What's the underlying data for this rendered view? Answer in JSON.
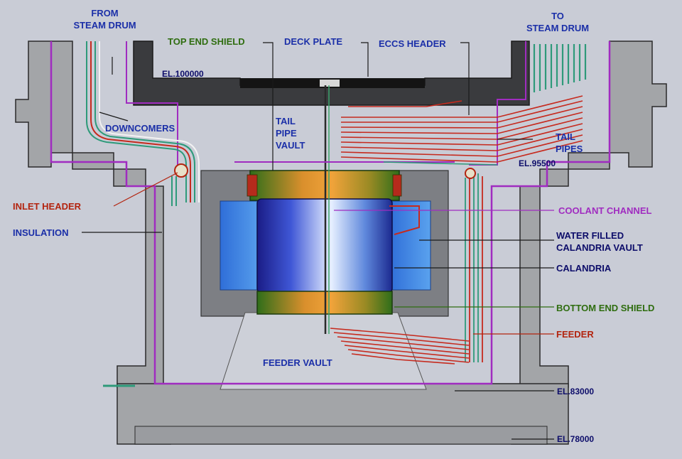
{
  "labels": {
    "from_steam_drum_1": "FROM",
    "from_steam_drum_2": "STEAM DRUM",
    "to_steam_drum_1": "TO",
    "to_steam_drum_2": "STEAM DRUM",
    "top_end_shield": "TOP END SHIELD",
    "deck_plate": "DECK PLATE",
    "eccs_header": "ECCS HEADER",
    "el_100000": "EL.100000",
    "downcomers": "DOWNCOMERS",
    "tail_pipe_vault_1": "TAIL",
    "tail_pipe_vault_2": "PIPE",
    "tail_pipe_vault_3": "VAULT",
    "tail_pipes_1": "TAIL",
    "tail_pipes_2": "PIPES",
    "el_95500": "EL.95500",
    "inlet_header": "INLET HEADER",
    "insulation": "INSULATION",
    "coolant_channel": "COOLANT CHANNEL",
    "water_filled_1": "WATER FILLED",
    "water_filled_2": "CALANDRIA VAULT",
    "calandria": "CALANDRIA",
    "bottom_end_shield": "BOTTOM END SHIELD",
    "feeder": "FEEDER",
    "feeder_vault": "FEEDER VAULT",
    "el_83000": "EL.83000",
    "el_78000": "EL.78000"
  },
  "colors": {
    "background": "#c9ccd6",
    "concrete": "#a3a5a8",
    "concrete_dark": "#3a3b3e",
    "purple_line": "#a02cc0",
    "water_blue": "#3d86e0",
    "calandria_dark": "#1d1f8c",
    "calandria_light": "#e8f0ff",
    "shield_green": "#3d7a1c",
    "shield_orange": "#e5962b",
    "red_pipe": "#c62a1e",
    "label_blue": "#1b2fa8",
    "label_red": "#b3240f",
    "label_green": "#2f6d10",
    "label_purple": "#a02cc0"
  }
}
